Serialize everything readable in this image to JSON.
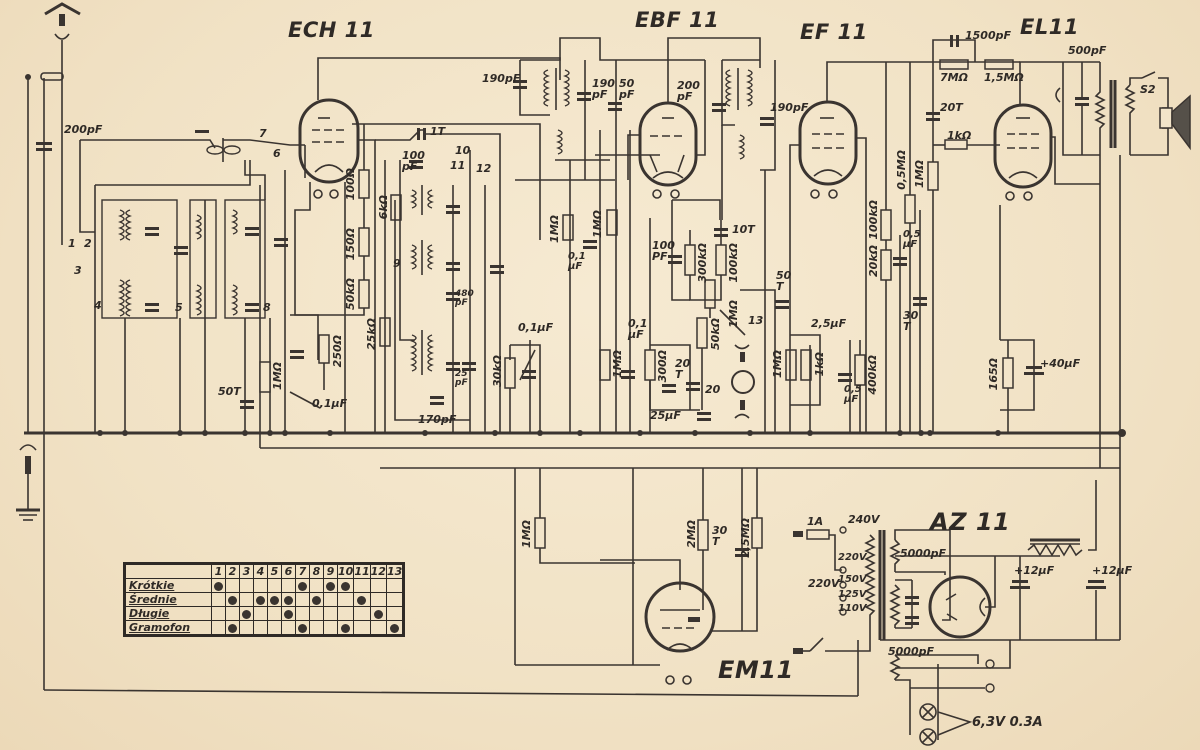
{
  "tubes": {
    "ech11": "ECH 11",
    "ebf11": "EBF 11",
    "ef11": "EF 11",
    "el11": "EL11",
    "em11": "EM11",
    "az11": "AZ 11"
  },
  "components": {
    "c_ant": "200pF",
    "sw7": "7",
    "sw6": "6",
    "sw1": "1",
    "sw2": "2",
    "sw3": "3",
    "sw4": "4",
    "sw5": "5",
    "sw8": "8",
    "sw9": "9",
    "sw10": "10",
    "sw11": "11",
    "sw12": "12",
    "sw13": "13",
    "c_50t": "50T",
    "r_1m_a": "1MΩ",
    "r_100": "100Ω",
    "r_150": "150Ω",
    "r_50k": "50kΩ",
    "r_250": "250Ω",
    "c_01uf_a": "0,1μF",
    "r_25k": "25kΩ",
    "r_6k": "6kΩ",
    "c_100pf_a": "100 pF",
    "c_11t": "1T",
    "c_170pf": "170pF",
    "c_480pf": "480 pF",
    "c_25pf": "25 pF",
    "r_30k": "30kΩ",
    "c_01uf_b": "0,1μF",
    "c_190pf_a": "190pF",
    "c_190pf_b": "190 pF",
    "c_50pf": "50 pF",
    "c_200pf": "200 pF",
    "c_190pf_c": "190pF",
    "r_1m_b": "1MΩ",
    "r_1m_c": "1MΩ",
    "c_01uf_c": "0,1 μF",
    "r_1m_d": "1MΩ",
    "c_01uf_d": "0,1 μF",
    "r_300": "300Ω",
    "c_20t_a": "20 T",
    "c_25uf": "25μF",
    "c_100pf_b": "100 PF",
    "r_300k": "300kΩ",
    "c_10t": "10T",
    "r_100k_a": "100kΩ",
    "r_50k_b": "50kΩ",
    "pot_1m": "1MΩ",
    "c_20": "20",
    "c_50t_b": "50 T",
    "r_1m_e": "1MΩ",
    "r_1k_a": "1kΩ",
    "c_25uf_b": "2,5μF",
    "c_05uf_a": "0,5 μF",
    "r_400k": "400kΩ",
    "r_100k_b": "100kΩ",
    "r_20k": "20kΩ",
    "r_05m": "0,5MΩ",
    "c_05uf_b": "0,5 μF",
    "r_1m_f": "1MΩ",
    "c_30t_a": "30 T",
    "c_1500pf": "1500pF",
    "r_7m": "7MΩ",
    "r_15m": "1,5MΩ",
    "c_20t_b": "20T",
    "r_1k_b": "1kΩ",
    "c_500pf": "500pF",
    "sw_s2": "S2",
    "r_165": "165Ω",
    "c_40uf": "+40μF",
    "r_1m_g": "1MΩ",
    "r_2m": "2MΩ",
    "c_30t_b": "30 T",
    "r_25m": "2,5MΩ",
    "fuse": "1A",
    "v240": "240V",
    "v220": "220V",
    "v150": "150V",
    "v125": "125V",
    "v110": "110V",
    "mains": "220V",
    "c_5000pf_a": "5000pF",
    "c_5000pf_b": "5000pF",
    "c_12uf_a": "+12μF",
    "c_12uf_b": "+12μF",
    "lamps": "6,3V 0.3A"
  },
  "switch_table": {
    "columns": [
      "1",
      "2",
      "3",
      "4",
      "5",
      "6",
      "7",
      "8",
      "9",
      "10",
      "11",
      "12",
      "13"
    ],
    "rows": [
      {
        "label": "Krótkie",
        "active": [
          1,
          7,
          9,
          10
        ]
      },
      {
        "label": "Średnie",
        "active": [
          2,
          4,
          5,
          6,
          8,
          11
        ]
      },
      {
        "label": "Długie",
        "active": [
          3,
          6,
          12
        ]
      },
      {
        "label": "Gramofon",
        "active": [
          2,
          7,
          10,
          13
        ]
      }
    ]
  }
}
